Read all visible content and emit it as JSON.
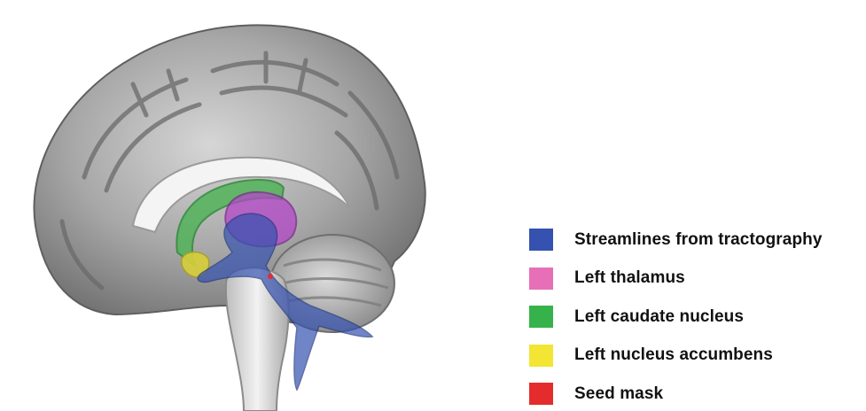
{
  "legend": {
    "items": [
      {
        "label": "Streamlines from tractography",
        "color": "#3552b0"
      },
      {
        "label": "Left thalamus",
        "color": "#e76fb7"
      },
      {
        "label": "Left caudate nucleus",
        "color": "#36b24a"
      },
      {
        "label": "Left nucleus accumbens",
        "color": "#f2e533"
      },
      {
        "label": "Seed mask",
        "color": "#e42c2c"
      }
    ]
  },
  "figure": {
    "subject": "brain-sagittal-render",
    "colors": {
      "cortex": "#8c8c8c",
      "streamlines": "#3552b0",
      "thalamus": "#b347c8",
      "caudate": "#52b35a",
      "accumbens": "#d8cf3a"
    }
  }
}
